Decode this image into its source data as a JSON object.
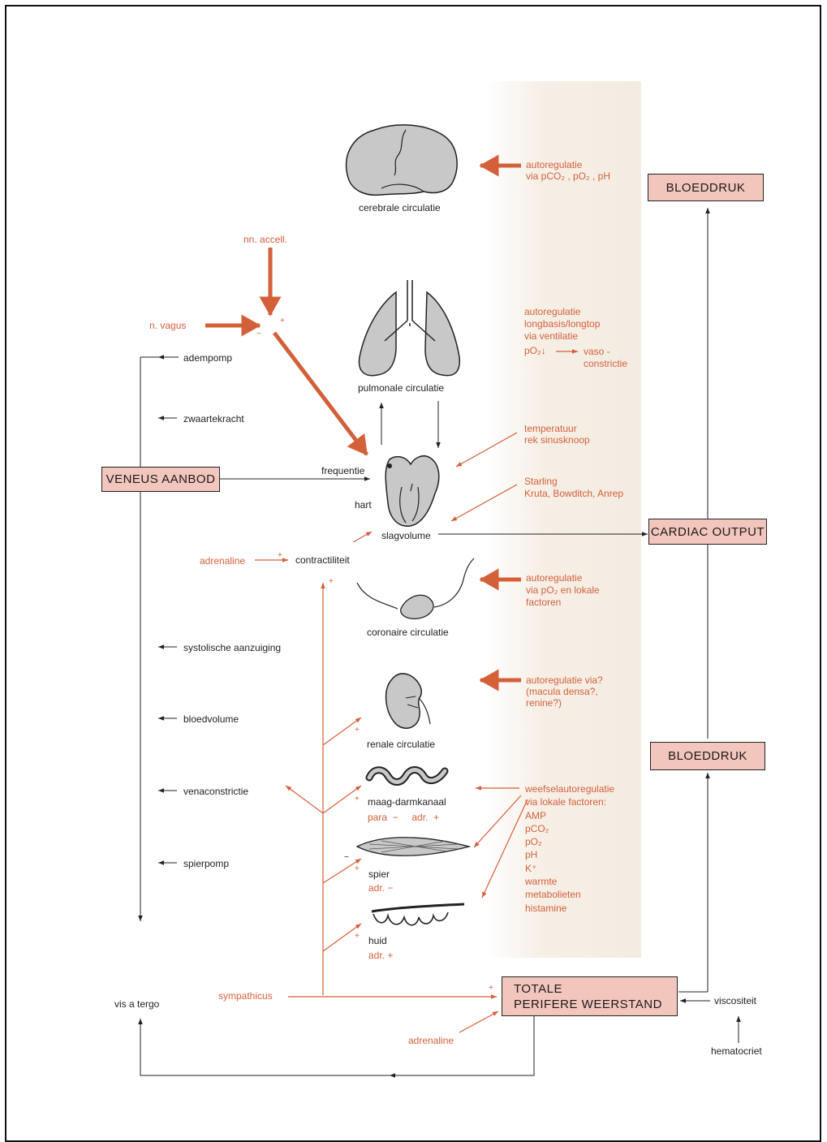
{
  "colors": {
    "accent": "#d4603a",
    "box_fill": "#f3c6bd",
    "organ_fill": "#c8c8c8",
    "line": "#222222"
  },
  "boxes": {
    "bloeddruk_top": "BLOEDDRUK",
    "veneus_aanbod": "VENEUS AANBOD",
    "cardiac_output": "CARDIAC OUTPUT",
    "bloeddruk_mid": "BLOEDDRUK",
    "totale_line1": "TOTALE",
    "totale_line2": "PERIFERE WEERSTAND"
  },
  "organs": {
    "cerebrale": "cerebrale circulatie",
    "pulmonale": "pulmonale circulatie",
    "hart": "hart",
    "coronaire": "coronaire circulatie",
    "renale": "renale circulatie",
    "maag": "maag-darmkanaal",
    "spier": "spier",
    "huid": "huid"
  },
  "heart_labels": {
    "frequentie": "frequentie",
    "slagvolume": "slagvolume",
    "contractiliteit": "contractiliteit"
  },
  "nerves": {
    "nn_accell": "nn. accell.",
    "n_vagus": "n. vagus",
    "adrenaline_heart": "adrenaline",
    "sympathicus": "sympathicus",
    "adrenaline_bottom": "adrenaline"
  },
  "venous_factors": [
    "adempomp",
    "zwaartekracht",
    "systolische aanzuiging",
    "bloedvolume",
    "venaconstrictie",
    "spierpomp"
  ],
  "vis_a_tergo": "vis a tergo",
  "viscositeit": "viscositeit",
  "hematocriet": "hematocriet",
  "autoreg": {
    "cerebral": "autoregulatie\nvia pCO₂ , pO₂ , pH",
    "pulmonal": "autoregulatie\nlongbasis/longtop\nvia ventilatie",
    "pulmonal_po2": "pO₂↓",
    "pulmonal_vaso": "vaso -\nconstrictie",
    "heart_temp": "temperatuur\nrek sinusknoop",
    "heart_starling": "Starling\nKruta, Bowditch, Anrep",
    "coronary": "autoregulatie\nvia pO₂ en lokale\nfactoren",
    "renal": "autoregulatie via?\n(macula densa?,\nrenine?)",
    "tissue": "weefselautoregulatie\nvia lokale factoren:\nAMP\npCO₂\npO₂\npH\nK⁺\nwarmte\nmetabolieten\nhistamine"
  },
  "organ_modifiers": {
    "maag": "para  −     adr.  +",
    "spier": "adr.  −",
    "huid": "adr.  +"
  },
  "signs": {
    "plus": "+",
    "minus": "−"
  }
}
